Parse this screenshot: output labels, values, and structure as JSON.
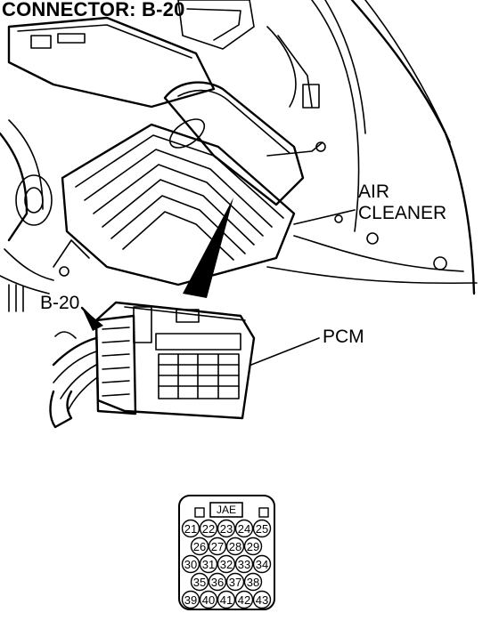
{
  "title": "CONNECTOR: B-20",
  "labels": {
    "air_cleaner_line1": "AIR",
    "air_cleaner_line2": "CLEANER",
    "connector_id": "B-20",
    "pcm": "PCM"
  },
  "connector_face": {
    "key_label": "JAE",
    "rows": [
      [
        "21",
        "22",
        "23",
        "24",
        "25"
      ],
      [
        "26",
        "27",
        "28",
        "29"
      ],
      [
        "30",
        "31",
        "32",
        "33",
        "34"
      ],
      [
        "35",
        "36",
        "37",
        "38"
      ],
      [
        "39",
        "40",
        "41",
        "42",
        "43"
      ]
    ]
  }
}
